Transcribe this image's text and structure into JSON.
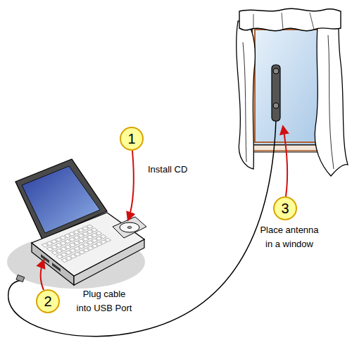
{
  "diagram": {
    "nodes": [
      {
        "text": [
          "1"
        ]
      },
      {
        "text": [
          "2"
        ]
      },
      {
        "text": [
          "3"
        ]
      }
    ],
    "labels": [
      "Install CD",
      "Plug cable into USB Port",
      "Place antenna in a window"
    ]
  }
}
